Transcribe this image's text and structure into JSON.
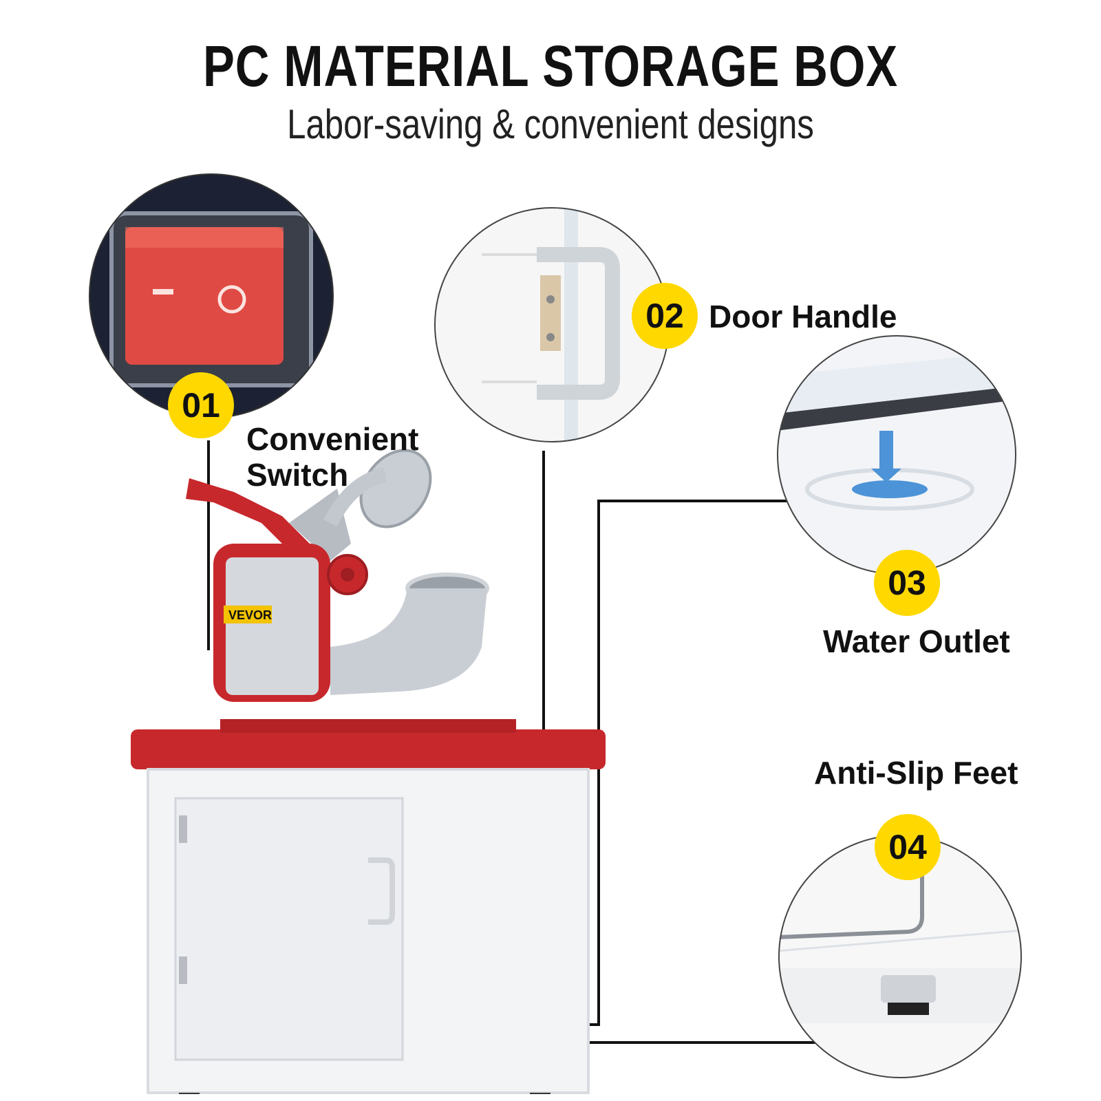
{
  "header": {
    "title": "PC MATERIAL STORAGE BOX",
    "subtitle": "Labor-saving & convenient designs"
  },
  "features": [
    {
      "number": "01",
      "label_line1": "Convenient",
      "label_line2": "Switch"
    },
    {
      "number": "02",
      "label": "Door Handle"
    },
    {
      "number": "03",
      "label": "Water Outlet"
    },
    {
      "number": "04",
      "label": "Anti-Slip Feet"
    }
  ],
  "product": {
    "brand_logo": "VEVOR",
    "colors": {
      "accent": "#ffd800",
      "body_red": "#c7282c",
      "line": "#111111"
    }
  }
}
